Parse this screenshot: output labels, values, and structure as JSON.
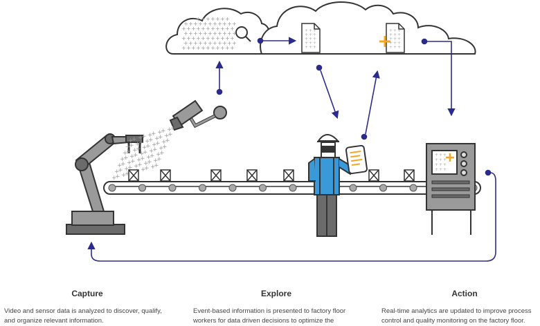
{
  "colors": {
    "stroke": "#333333",
    "arrow": "#2b2b8c",
    "gray": "#9a9a9a",
    "dark_gray": "#6b6b6b",
    "shirt": "#3a9ad9",
    "accent": "#f5a623"
  },
  "icons": [
    "cloud-icon",
    "magnifier-icon",
    "document-icon",
    "document-plus-icon",
    "robot-arm-icon",
    "camera-icon",
    "worker-icon",
    "tablet-icon",
    "control-panel-icon",
    "conveyor-belt-icon"
  ],
  "steps": [
    {
      "title": "Capture",
      "text": "Video and sensor data is analyzed to discover, qualify, and organize relevant information."
    },
    {
      "title": "Explore",
      "text": "Event-based information is presented to factory floor workers for data driven decisions to optimize the"
    },
    {
      "title": "Action",
      "text": "Real-time analytics are updated to improve process control and quality monitoring on the factory floor."
    }
  ]
}
